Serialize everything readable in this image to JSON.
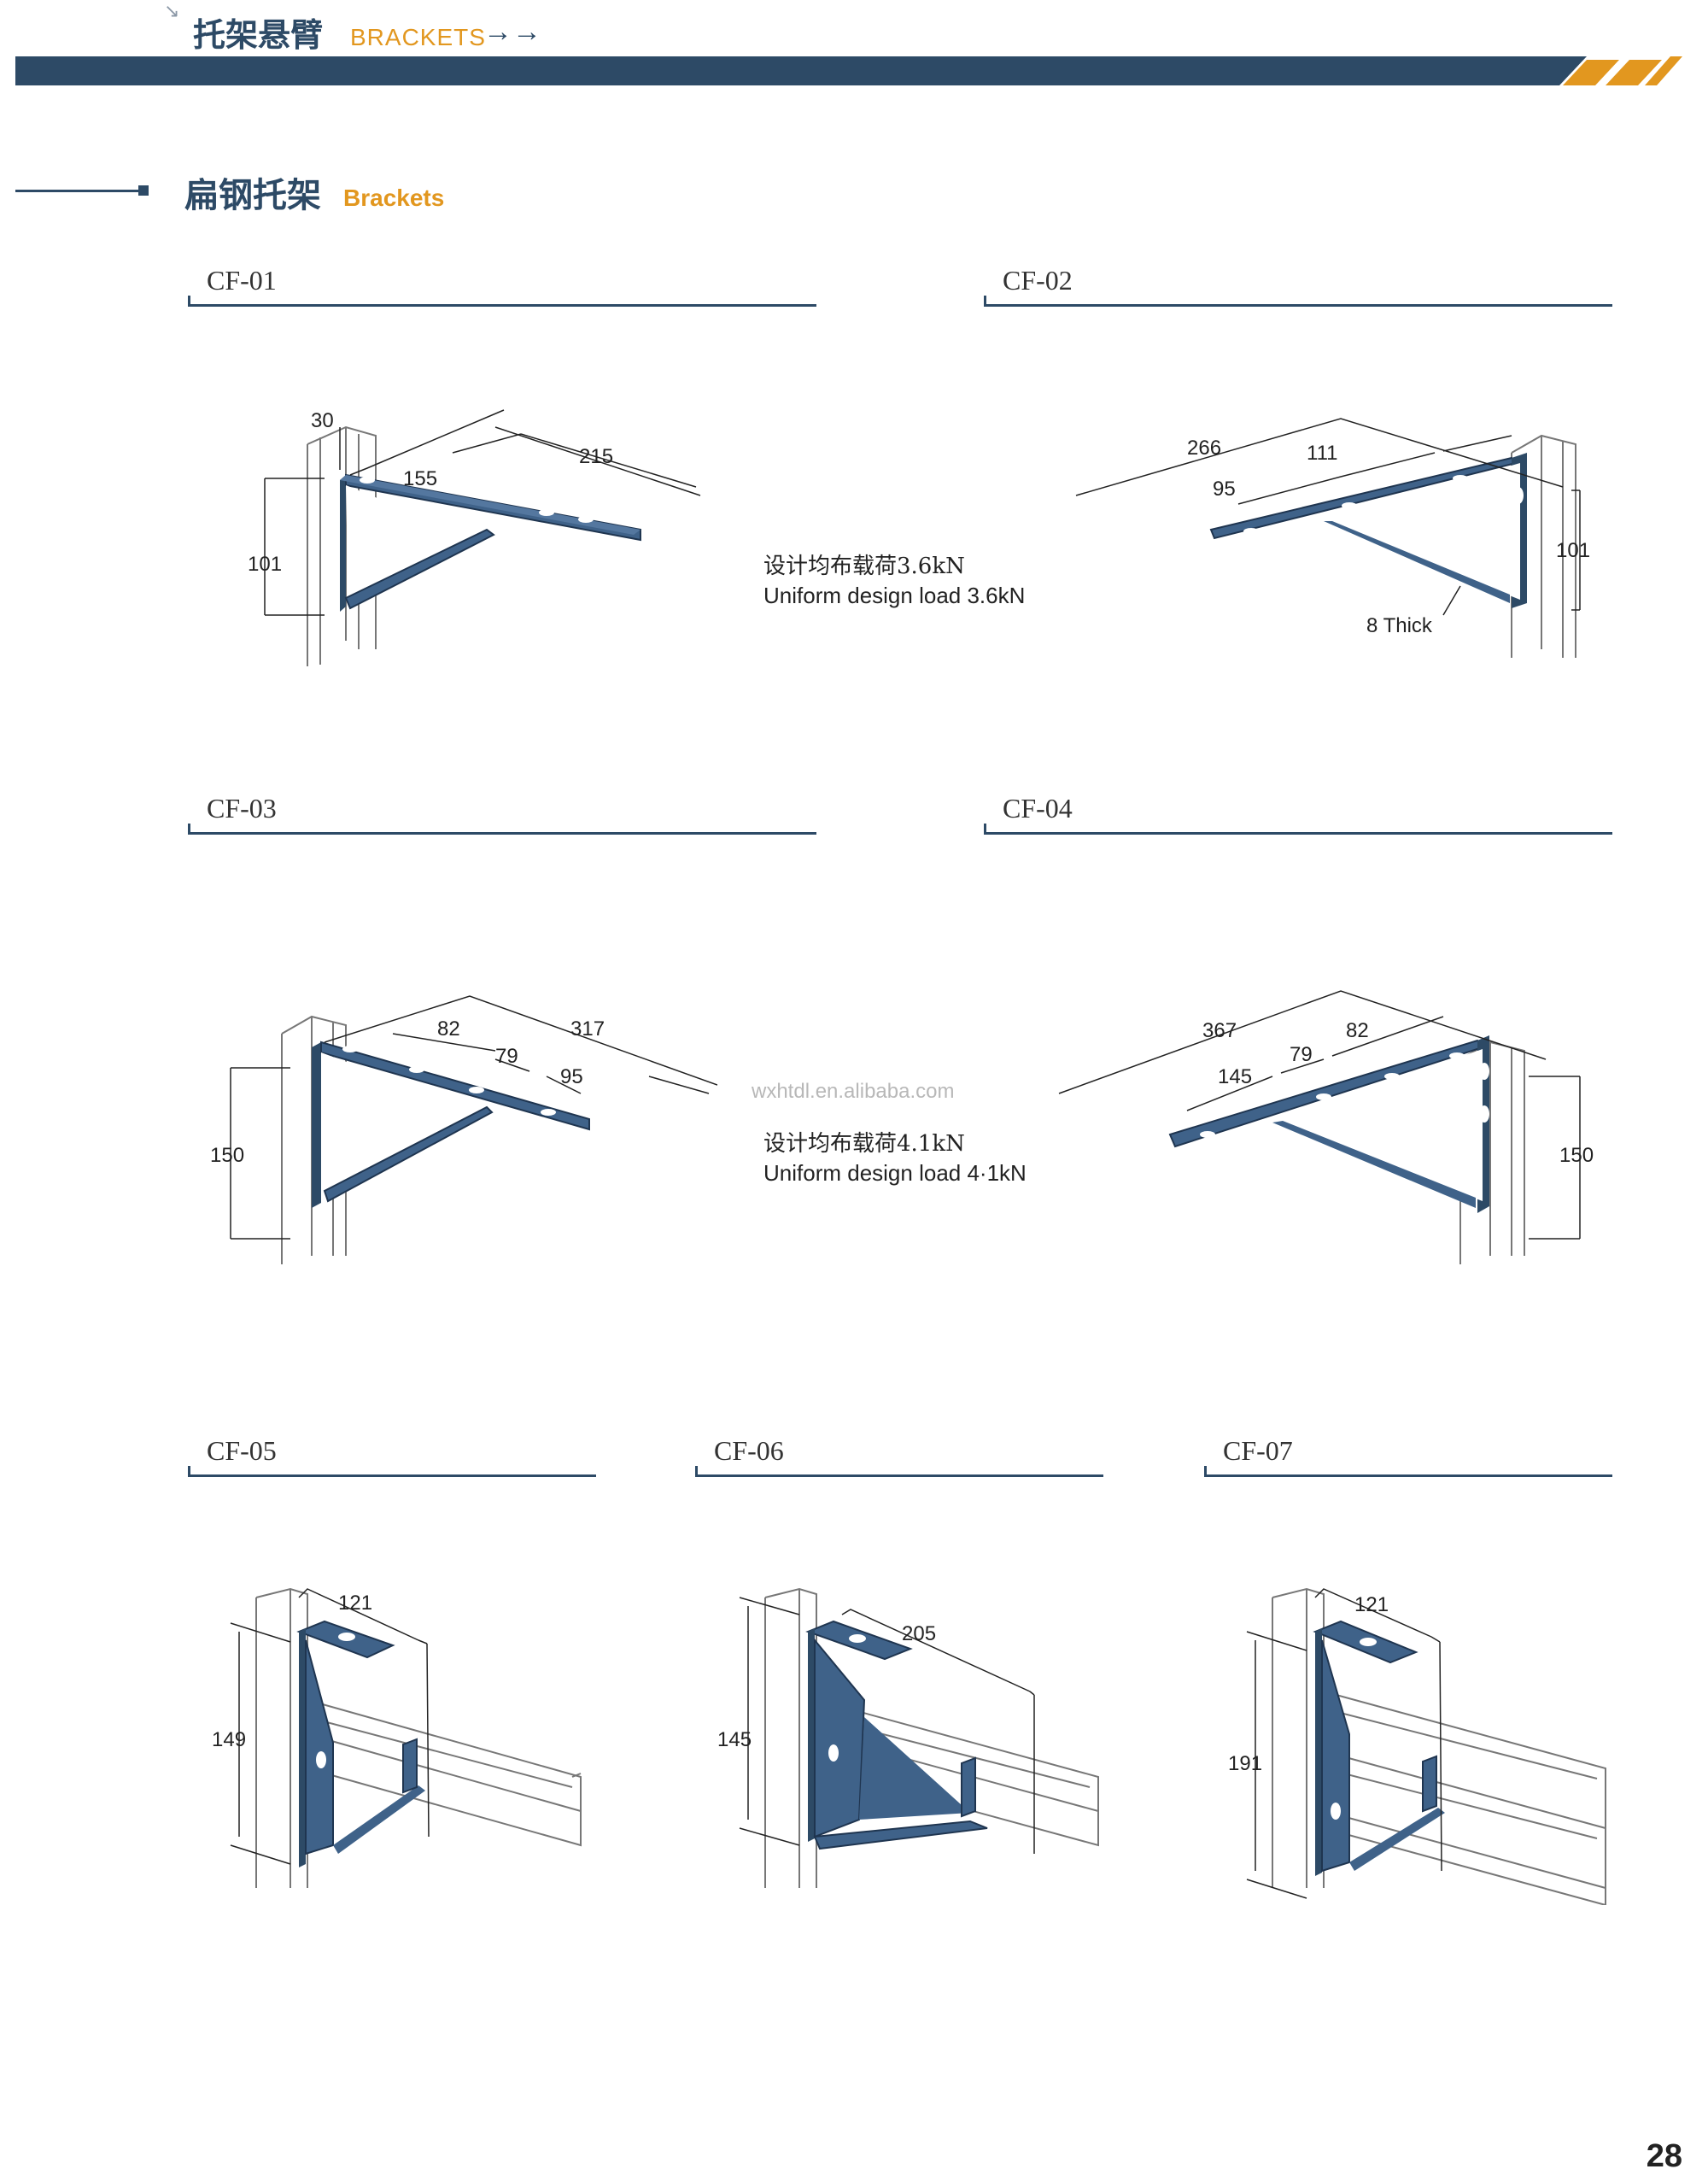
{
  "header": {
    "title_cn": "托架悬臂",
    "title_en": "BRACKETS",
    "arrows": "→→"
  },
  "section": {
    "title_cn": "扁钢托架",
    "title_en": "Brackets"
  },
  "models": [
    {
      "code": "CF-01",
      "dims": [
        "30",
        "155",
        "215",
        "101"
      ]
    },
    {
      "code": "CF-02",
      "dims": [
        "266",
        "111",
        "95",
        "101"
      ],
      "note": "8 Thick"
    },
    {
      "code": "CF-03",
      "dims": [
        "82",
        "317",
        "79",
        "95",
        "150"
      ]
    },
    {
      "code": "CF-04",
      "dims": [
        "367",
        "82",
        "79",
        "145",
        "150"
      ]
    },
    {
      "code": "CF-05",
      "dims": [
        "121",
        "149"
      ]
    },
    {
      "code": "CF-06",
      "dims": [
        "205",
        "145"
      ]
    },
    {
      "code": "CF-07",
      "dims": [
        "121",
        "191"
      ]
    }
  ],
  "loads": [
    {
      "cn": "设计均布载荷3.6kN",
      "en": "Uniform design load 3.6kN"
    },
    {
      "cn": "设计均布载荷4.1kN",
      "en": "Uniform design load 4·1kN"
    }
  ],
  "watermark": "wxhtdl.en.alibaba.com",
  "page_number": "28",
  "colors": {
    "navy": "#2d4a66",
    "orange": "#e2971f",
    "steel": "#3f6289"
  }
}
